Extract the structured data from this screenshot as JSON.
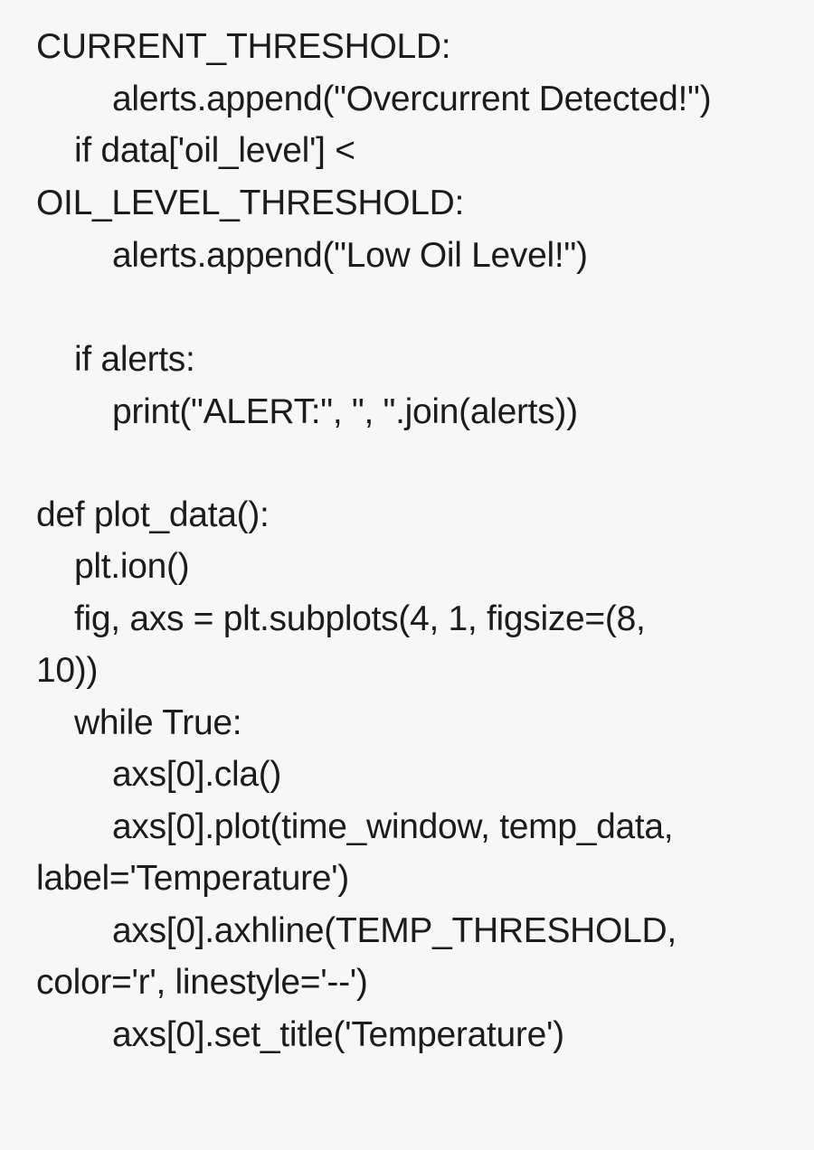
{
  "code": {
    "lines": [
      "CURRENT_THRESHOLD:",
      "alerts.append(\"Overcurrent Detected!\")",
      "if data['oil_level'] <",
      "OIL_LEVEL_THRESHOLD:",
      "alerts.append(\"Low Oil Level!\")",
      "if alerts:",
      "print(\"ALERT:\", \", \".join(alerts))",
      "def plot_data():",
      "plt.ion()",
      "fig, axs = plt.subplots(4, 1, figsize=(8,",
      "10))",
      "while True:",
      "axs[0].cla()",
      "axs[0].plot(time_window, temp_data,",
      "label='Temperature')",
      "axs[0].axhline(TEMP_THRESHOLD,",
      "color='r', linestyle='--')",
      "axs[0].set_title('Temperature')"
    ]
  }
}
